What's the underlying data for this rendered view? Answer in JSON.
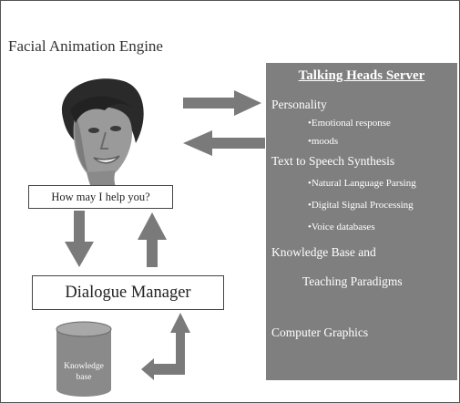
{
  "engine": {
    "title": "Facial Animation Engine",
    "face_caption": "How may I help you?"
  },
  "dialogue_manager": {
    "label": "Dialogue Manager"
  },
  "knowledge_store": {
    "label_line1": "Knowledge",
    "label_line2": "base"
  },
  "server": {
    "title": "Talking Heads Server",
    "personality": "Personality",
    "emotional_response": "•Emotional response",
    "moods": "•moods",
    "tts": "Text to Speech Synthesis",
    "nlp": "•Natural Language Parsing",
    "dsp": "•Digital Signal Processing",
    "voice_db": "•Voice databases",
    "kb_line1": "Knowledge Base and",
    "kb_line2": "Teaching Paradigms",
    "graphics": "Computer Graphics"
  },
  "colors": {
    "panel_gray": "#7f7f7f",
    "arrow_gray": "#7a7a7a",
    "face_skin": "#9a9a9a",
    "hair": "#2a2a2a"
  }
}
